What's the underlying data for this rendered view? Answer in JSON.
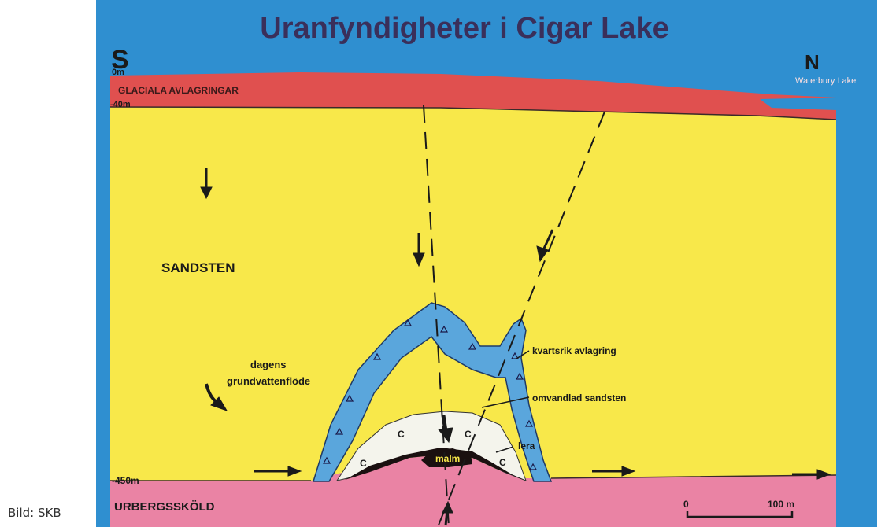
{
  "title": "Uranfyndigheter i Cigar Lake",
  "credit": "Bild: SKB",
  "compass": {
    "south": "S",
    "north": "N"
  },
  "depths": {
    "surface": "0m",
    "glacial_base": "-40m",
    "deep": "-450m"
  },
  "layers": {
    "glacial": "GLACIALA AVLAGRINGAR",
    "sandstone": "SANDSTEN",
    "basement": "URBERGSSKÖLD",
    "lake": "Waterbury Lake"
  },
  "labels": {
    "groundwater_line1": "dagens",
    "groundwater_line2": "grundvattenflöde",
    "quartz": "kvartsrik avlagring",
    "altered": "omvandlad sandsten",
    "clay": "lera",
    "ore": "malm",
    "clay_symbol": "C"
  },
  "scale": {
    "zero": "0",
    "end": "100 m"
  },
  "colors": {
    "frame": "#2f8fd0",
    "glacial": "#e0504f",
    "sandstone": "#f8e84a",
    "basement": "#ea83a4",
    "quartz": "#5aa6dc",
    "clay": "#f4f4ec",
    "ore": "#1a1010",
    "title": "#3a2f5a"
  }
}
